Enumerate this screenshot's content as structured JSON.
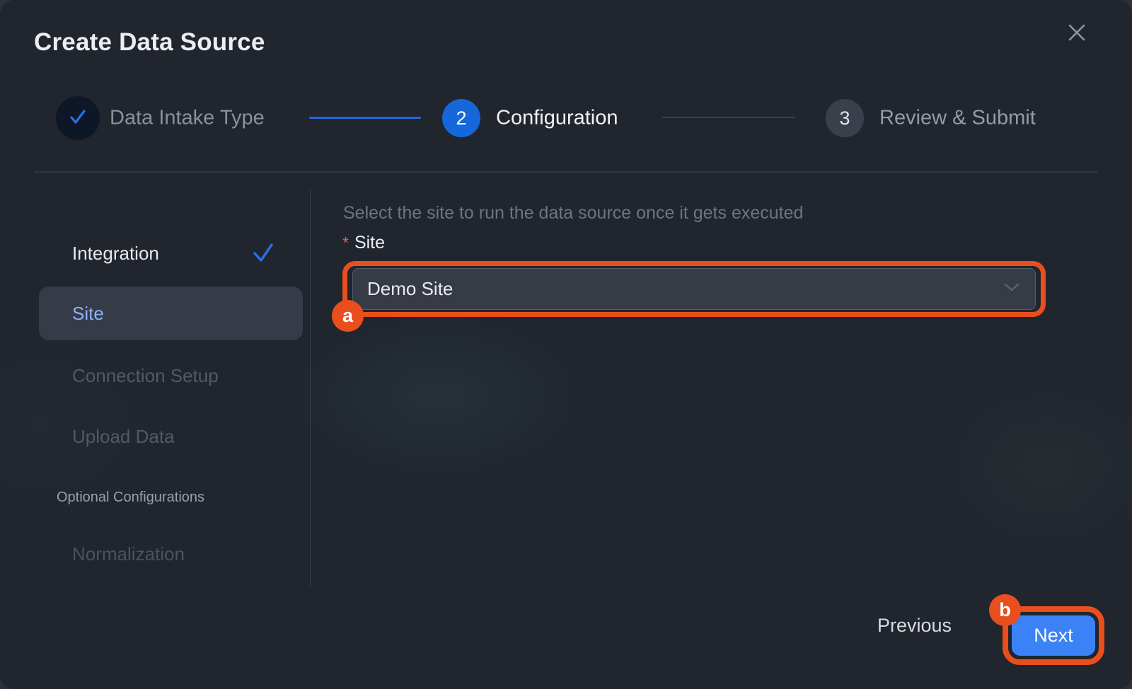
{
  "modal": {
    "title": "Create Data Source"
  },
  "stepper": {
    "steps": [
      {
        "label": "Data Intake Type",
        "state": "done"
      },
      {
        "number": "2",
        "label": "Configuration",
        "state": "active"
      },
      {
        "number": "3",
        "label": "Review & Submit",
        "state": "pending"
      }
    ]
  },
  "sidebar": {
    "items": [
      {
        "label": "Integration",
        "state": "done"
      },
      {
        "label": "Site",
        "state": "selected"
      },
      {
        "label": "Connection Setup",
        "state": "disabled"
      },
      {
        "label": "Upload Data",
        "state": "disabled"
      },
      {
        "label": "Normalization",
        "state": "disabled"
      }
    ],
    "section_label": "Optional Configurations"
  },
  "content": {
    "description": "Select the site to run the data source once it gets executed",
    "required_marker": "*",
    "field_label": "Site",
    "select_value": "Demo Site"
  },
  "footer": {
    "previous_label": "Previous",
    "next_label": "Next"
  },
  "annotations": {
    "a_label": "a",
    "b_label": "b"
  },
  "colors": {
    "accent_blue": "#1567da",
    "next_button_blue": "#3b82f6",
    "annotation_orange": "#e84f1d",
    "required_red": "#e05c5c"
  }
}
